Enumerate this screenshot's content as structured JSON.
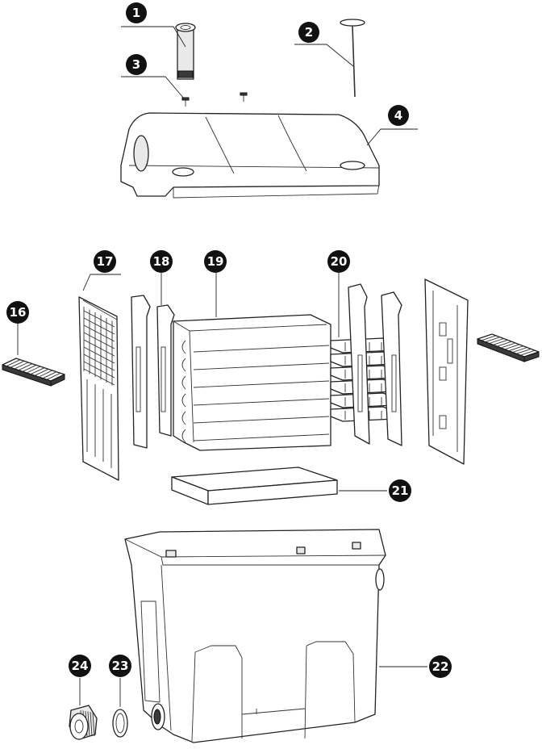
{
  "callouts": [
    {
      "id": "1",
      "label": "1"
    },
    {
      "id": "2",
      "label": "2"
    },
    {
      "id": "3",
      "label": "3"
    },
    {
      "id": "4",
      "label": "4"
    },
    {
      "id": "16",
      "label": "16"
    },
    {
      "id": "17",
      "label": "17"
    },
    {
      "id": "18",
      "label": "18"
    },
    {
      "id": "19",
      "label": "19"
    },
    {
      "id": "20",
      "label": "20"
    },
    {
      "id": "21",
      "label": "21"
    },
    {
      "id": "22",
      "label": "22"
    },
    {
      "id": "23",
      "label": "23"
    },
    {
      "id": "24",
      "label": "24"
    }
  ],
  "colors": {
    "ink": "#222222",
    "badge": "#111111",
    "badge_text": "#ffffff",
    "background": "#ffffff"
  }
}
